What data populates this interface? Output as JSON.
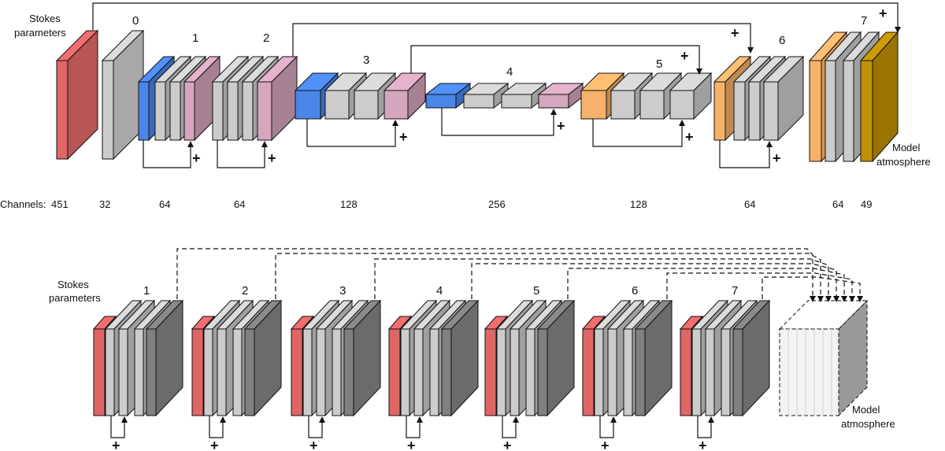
{
  "top": {
    "input_label": [
      "Stokes",
      "parameters"
    ],
    "output_label": [
      "Model",
      "atmosphere"
    ],
    "stage_numbers": [
      "0",
      "1",
      "2",
      "3",
      "4",
      "5",
      "6",
      "7"
    ],
    "channels_label": "Channels:",
    "channels": [
      "451",
      "32",
      "64",
      "64",
      "128",
      "256",
      "128",
      "64",
      "64",
      "49"
    ],
    "plus": "+"
  },
  "bottom": {
    "input_label": [
      "Stokes",
      "parameters"
    ],
    "output_label": [
      "Model",
      "atmosphere"
    ],
    "stage_numbers": [
      "1",
      "2",
      "3",
      "4",
      "5",
      "6",
      "7"
    ],
    "plus": "+"
  },
  "colors": {
    "red": "#e06666",
    "gray": "#cccccc",
    "dark_gray": "#808080",
    "blue": "#4a86e8",
    "pink": "#d5a6bd",
    "orange": "#f6b26b",
    "gold": "#bf9000",
    "light": "#f3f3f3"
  }
}
